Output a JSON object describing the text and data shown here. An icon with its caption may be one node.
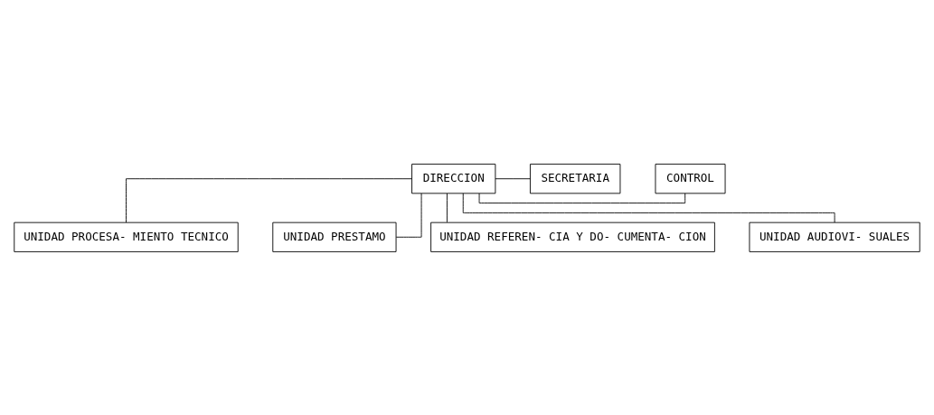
{
  "diagram": {
    "nodes": [
      {
        "text": [
          "DIRECCION"
        ]
      },
      {
        "text": [
          "CONTROL"
        ]
      },
      {
        "text": [
          "SECRETARIA"
        ]
      },
      {
        "text": [
          "UNIDAD PROCESA- MIENTO TECNICO"
        ]
      },
      {
        "text": [
          "UNIDAD PRESTAMO"
        ]
      },
      {
        "text": [
          "UNIDAD REFEREN- CIA Y DO- CUMENTA- CION"
        ]
      },
      {
        "text": [
          "UNIDAD AUDIOVI- SUALES"
        ]
      }
    ],
    "edges": [
      {
        "from": 0,
        "to": 1,
        "arrow": "none"
      },
      {
        "from": 0,
        "to": 2,
        "arrow": "none"
      },
      {
        "from": 0,
        "to": 3,
        "arrow": "none"
      },
      {
        "from": 0,
        "to": 4,
        "arrow": "none"
      },
      {
        "from": 0,
        "to": 5,
        "arrow": "none"
      },
      {
        "from": 0,
        "to": 6,
        "arrow": "none"
      }
    ]
  }
}
